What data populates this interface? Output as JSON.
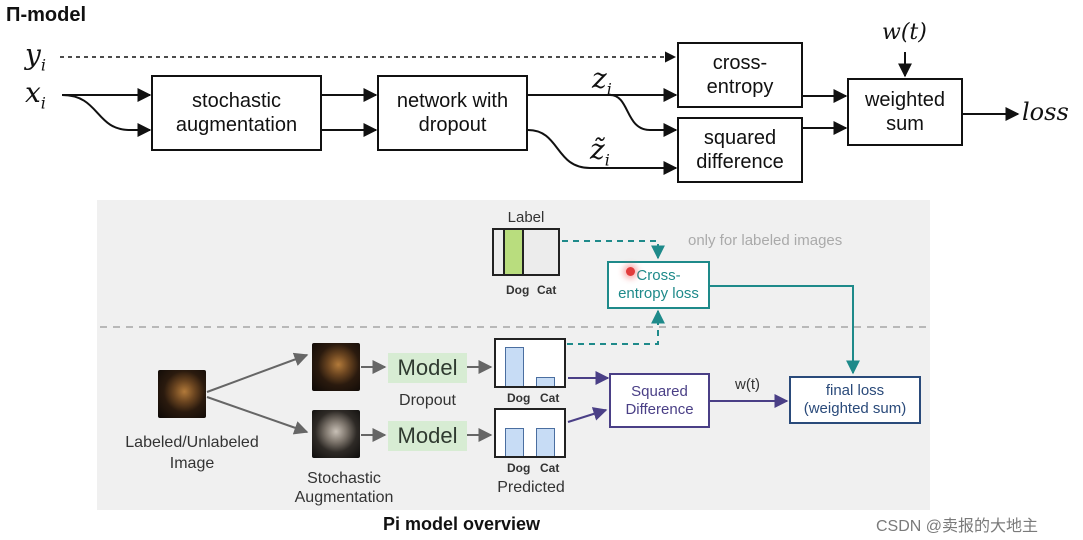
{
  "top": {
    "title": "Π-model",
    "vars": {
      "y": "y",
      "y_sub": "i",
      "x": "x",
      "x_sub": "i",
      "z": "z",
      "z_sub": "i",
      "zt": "z̃",
      "zt_sub": "i",
      "w": "w(t)",
      "loss": "loss"
    },
    "boxes": {
      "aug": "stochastic augmentation",
      "net": "network with dropout",
      "ce": "cross-entropy",
      "sq": "squared difference",
      "ws": "weighted sum"
    }
  },
  "bottom": {
    "label_title": "Label",
    "only_labeled": "only for labeled images",
    "ce_loss": "Cross-entropy loss",
    "image_label": "Labeled/Unlabeled Image",
    "model": "Model",
    "dropout": "Dropout",
    "stoch_aug": "Stochastic Augmentation",
    "dog": "Dog",
    "cat": "Cat",
    "predicted": "Predicted",
    "squared_diff": "Squared Difference",
    "wt": "w(t)",
    "final_loss": "final loss (weighted sum)",
    "caption": "Pi model overview"
  },
  "watermark": "CSDN @卖报的大地主",
  "colors": {
    "teal": "#1e8a8a",
    "purple": "#4a3f86",
    "navy": "#2a4a7a",
    "bar_blue": "#c7dcf5",
    "label_green": "#b9dd7e",
    "panel_bg": "#f0f0f0"
  }
}
